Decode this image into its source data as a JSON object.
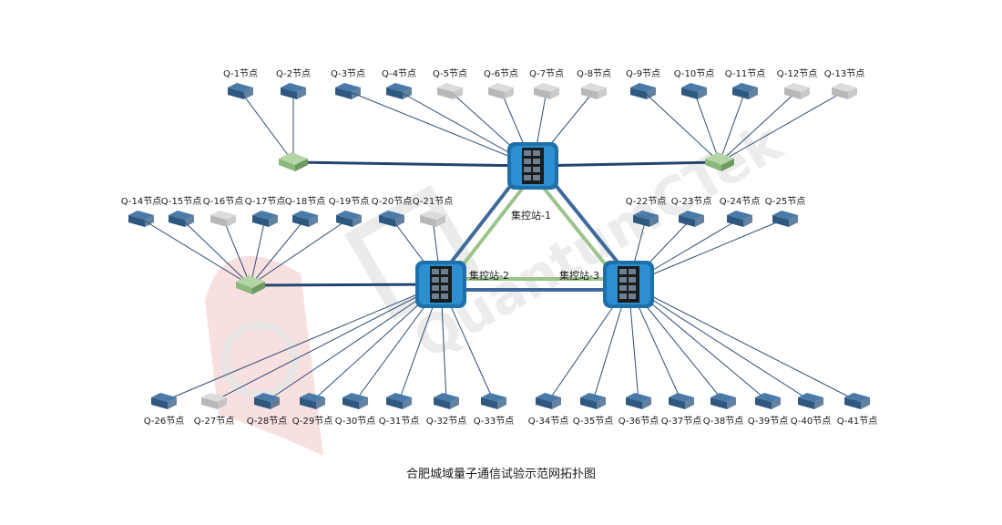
{
  "caption": "合肥城域量子通信试验示范网拓扑图",
  "colors": {
    "node_blue": "#2f5880",
    "node_blue_top": "#4a7aa8",
    "node_gray": "#b8b8b8",
    "node_gray_top": "#dcdcdc",
    "switch_green": "#8bb87d",
    "trunk_line": "#23456e",
    "ring_green": "#9cc38a",
    "ring_blue": "#3d6a9a",
    "thin_line": "#2c4c72",
    "watermark_red": "#f3c7c7",
    "watermark_gray": "#e6e6e6"
  },
  "watermark": {
    "text": "QuantumCTek"
  },
  "stations": [
    {
      "id": "s1",
      "label": "集控站-1"
    },
    {
      "id": "s2",
      "label": "集控站-2"
    },
    {
      "id": "s3",
      "label": "集控站-3"
    }
  ],
  "nodes": [
    {
      "label": "Q-1节点",
      "color": "blue"
    },
    {
      "label": "Q-2节点",
      "color": "blue"
    },
    {
      "label": "Q-3节点",
      "color": "blue"
    },
    {
      "label": "Q-4节点",
      "color": "blue"
    },
    {
      "label": "Q-5节点",
      "color": "gray"
    },
    {
      "label": "Q-6节点",
      "color": "gray"
    },
    {
      "label": "Q-7节点",
      "color": "gray"
    },
    {
      "label": "Q-8节点",
      "color": "gray"
    },
    {
      "label": "Q-9节点",
      "color": "blue"
    },
    {
      "label": "Q-10节点",
      "color": "blue"
    },
    {
      "label": "Q-11节点",
      "color": "blue"
    },
    {
      "label": "Q-12节点",
      "color": "gray"
    },
    {
      "label": "Q-13节点",
      "color": "gray"
    },
    {
      "label": "Q-14节点",
      "color": "blue"
    },
    {
      "label": "Q-15节点",
      "color": "blue"
    },
    {
      "label": "Q-16节点",
      "color": "gray"
    },
    {
      "label": "Q-17节点",
      "color": "blue"
    },
    {
      "label": "Q-18节点",
      "color": "blue"
    },
    {
      "label": "Q-19节点",
      "color": "blue"
    },
    {
      "label": "Q-20节点",
      "color": "blue"
    },
    {
      "label": "Q-21节点",
      "color": "gray"
    },
    {
      "label": "Q-22节点",
      "color": "blue"
    },
    {
      "label": "Q-23节点",
      "color": "blue"
    },
    {
      "label": "Q-24节点",
      "color": "blue"
    },
    {
      "label": "Q-25节点",
      "color": "blue"
    },
    {
      "label": "Q-26节点",
      "color": "blue"
    },
    {
      "label": "Q-27节点",
      "color": "gray"
    },
    {
      "label": "Q-28节点",
      "color": "blue"
    },
    {
      "label": "Q-29节点",
      "color": "blue"
    },
    {
      "label": "Q-30节点",
      "color": "blue"
    },
    {
      "label": "Q-31节点",
      "color": "blue"
    },
    {
      "label": "Q-32节点",
      "color": "blue"
    },
    {
      "label": "Q-33节点",
      "color": "blue"
    },
    {
      "label": "Q-34节点",
      "color": "blue"
    },
    {
      "label": "Q-35节点",
      "color": "blue"
    },
    {
      "label": "Q-36节点",
      "color": "blue"
    },
    {
      "label": "Q-37节点",
      "color": "blue"
    },
    {
      "label": "Q-38节点",
      "color": "blue"
    },
    {
      "label": "Q-39节点",
      "color": "blue"
    },
    {
      "label": "Q-40节点",
      "color": "blue"
    },
    {
      "label": "Q-41节点",
      "color": "blue"
    }
  ]
}
